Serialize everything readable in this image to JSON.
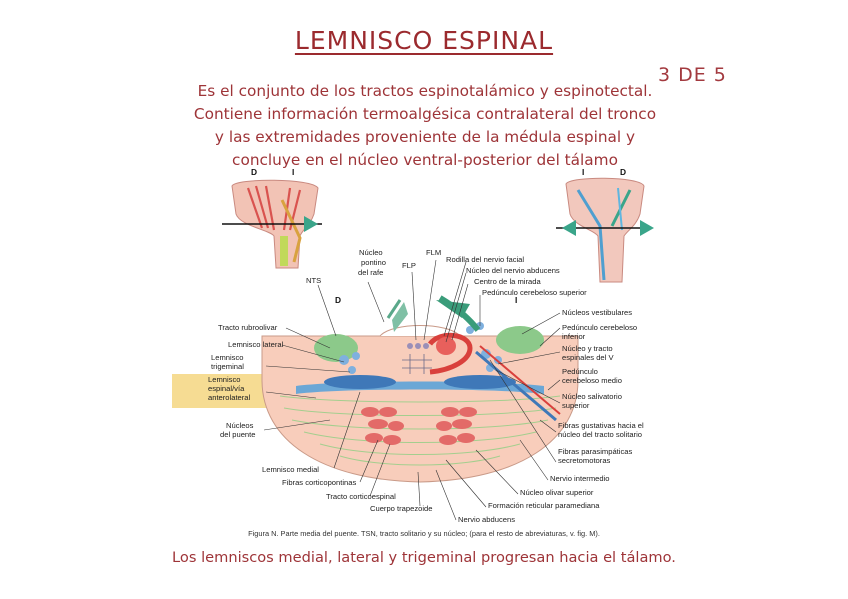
{
  "title": "LEMNISCO ESPINAL",
  "page_counter": "3 DE 5",
  "description_lines": [
    "Es el conjunto de los tractos espinotalámico y espinotectal.",
    "Contiene información termoalgésica contralateral del tronco",
    "y las extremidades proveniente de la médula espinal y",
    "concluye en el núcleo ventral-posterior del tálamo"
  ],
  "figure": {
    "side_left": [
      "D",
      "I"
    ],
    "side_right": [
      "I",
      "D"
    ],
    "top_labels": {
      "nucleo_pontino": [
        "Núcleo",
        "pontino",
        "del rafe"
      ],
      "nts": "NTS",
      "flp": "FLP",
      "flm": "FLM",
      "d": "D",
      "i": "I"
    },
    "right_top_labels": [
      "Rodilla del nervio facial",
      "Núcleo del nervio abducens",
      "Centro de la mirada",
      "Pedúnculo cerebeloso superior"
    ],
    "left_labels": {
      "tracto_rubroolivar": "Tracto rubroolivar",
      "lemnisco_lateral": "Lemnisco lateral",
      "lemnisco_trigeminal": [
        "Lemnisco",
        "trigeminal"
      ],
      "lemnisco_espinal": [
        "Lemnisco",
        "espinal/vía",
        "anterolateral"
      ],
      "nucleos_puente": [
        "Núcleos",
        "del puente"
      ]
    },
    "right_labels": {
      "nucleos_vestibulares": "Núcleos vestibulares",
      "ped_cerebeloso_inferior": [
        "Pedúnculo cerebeloso",
        "inferior"
      ],
      "nucleo_tracto_v": [
        "Núcleo y tracto",
        "espinales del V"
      ],
      "ped_cerebeloso_medio": [
        "Pedúnculo",
        "cerebeloso medio"
      ],
      "nucleo_salivatorio": [
        "Núcleo salivatorio",
        "superior"
      ],
      "fibras_gustativas": [
        "Fibras gustativas hacia el",
        "núcleo del tracto solitario"
      ],
      "fibras_parasimpaticas": [
        "Fibras parasimpáticas",
        "secretomotoras"
      ],
      "nervio_intermedio": "Nervio intermedio",
      "nucleo_olivar": "Núcleo olivar superior",
      "formacion_reticular": "Formación reticular paramediana"
    },
    "bottom_labels": {
      "lemnisco_medial": "Lemnisco medial",
      "fibras_corticopontinas": "Fibras corticopontinas",
      "tracto_corticoespinal": "Tracto corticoespinal",
      "cuerpo_trapezoide": "Cuerpo trapezoide",
      "nervio_abducens": "Nervio abducens"
    }
  },
  "caption": "Figura N. Parte media del puente. TSN, tracto solitario y su núcleo; (para el resto de abreviaturas, v. fig. M).",
  "footer": "Los lemniscos medial, lateral y trigeminal progresan hacia el tálamo.",
  "colors": {
    "title": "#9b2a2e",
    "text": "#9e3438",
    "pons_fill": "#f6c7b4",
    "highlight": "#f5d680"
  }
}
